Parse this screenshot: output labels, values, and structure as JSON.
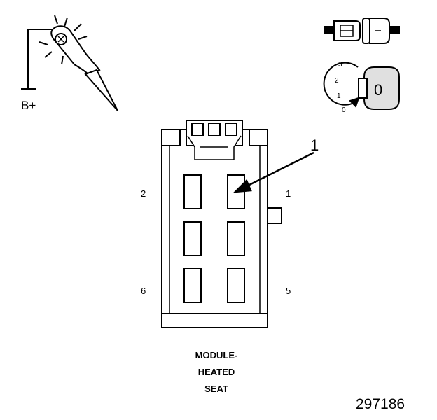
{
  "probe": {
    "label": "B+"
  },
  "connector": {
    "callout": "1",
    "pins": {
      "left_top": "2",
      "right_top": "1",
      "left_bottom": "6",
      "right_bottom": "5"
    },
    "name_lines": [
      "MODULE-",
      "HEATED",
      "SEAT"
    ]
  },
  "ignition_key": {
    "positions": [
      "3",
      "2",
      "1",
      "0"
    ],
    "current": "0"
  },
  "figure_number": "297186",
  "colors": {
    "ink": "#000000",
    "background": "#ffffff"
  },
  "icons": [
    "test-light-probe-icon",
    "connector-disconnected-icon",
    "ignition-key-icon"
  ]
}
